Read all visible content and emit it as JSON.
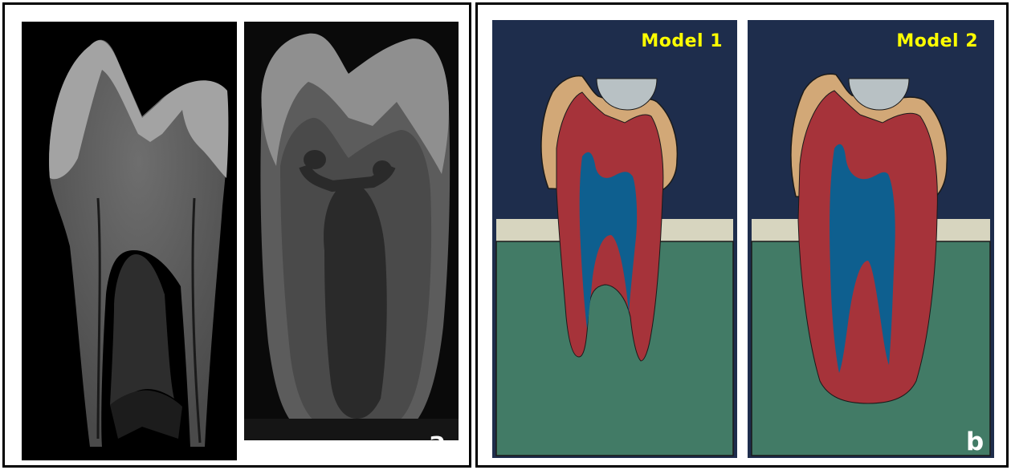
{
  "panel_a": {
    "letter": "a"
  },
  "panel_b": {
    "letter": "b",
    "model_1_label": "Model 1",
    "model_2_label": "Model 2"
  },
  "colors": {
    "background_navy": "#1e2d4c",
    "bone_green": "#427b66",
    "soft_tissue_cream": "#d7d5bf",
    "enamel_tan": "#d2a877",
    "dentin_red": "#a6333a",
    "pulp_blue": "#0e5f8f",
    "indenter_gray": "#b8c1c4",
    "label_yellow": "#ffff00"
  }
}
